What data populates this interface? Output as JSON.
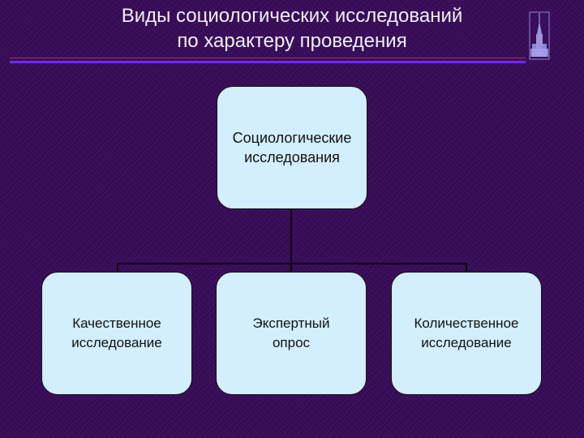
{
  "slide": {
    "title_line1": "Виды социологических исследований",
    "title_line2": "по характеру проведения",
    "logo_icon": "university-building-icon",
    "colors": {
      "background": "#3a0f5c",
      "box_fill": "#d3eefc",
      "rule_accent": "#6a2cff",
      "title_text": "#f2eef6"
    }
  },
  "diagram": {
    "root": {
      "line1": "Социологические",
      "line2": "исследования"
    },
    "children": [
      {
        "line1": "Качественное",
        "line2": "исследование"
      },
      {
        "line1": "Экспертный",
        "line2": "опрос"
      },
      {
        "line1": "Количественное",
        "line2": "исследование"
      }
    ]
  }
}
